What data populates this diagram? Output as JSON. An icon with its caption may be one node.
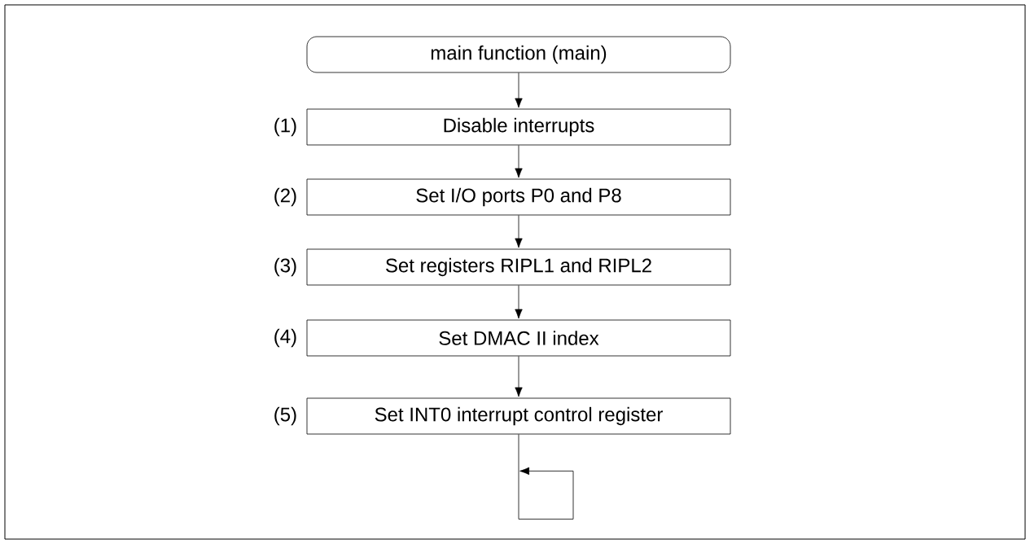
{
  "diagram": {
    "nodes": [
      {
        "text": [
          "main function (main)"
        ]
      },
      {
        "text": [
          "Disable interrupts"
        ],
        "beside": [
          "(1)"
        ]
      },
      {
        "text": [
          "Set I/O ports P0 and P8"
        ],
        "beside": [
          "(2)"
        ]
      },
      {
        "text": [
          "Set registers RIPL1 and RIPL2"
        ],
        "beside": [
          "(3)"
        ]
      },
      {
        "text": [
          "Set DMAC II index"
        ],
        "beside": [
          "(4)"
        ]
      },
      {
        "text": [
          "Set INT0 interrupt control register"
        ],
        "beside": [
          "(5)"
        ]
      }
    ],
    "edges": [
      {
        "from": 0,
        "to": 1,
        "arrow": "to"
      },
      {
        "from": 1,
        "to": 2,
        "arrow": "to"
      },
      {
        "from": 2,
        "to": 3,
        "arrow": "to"
      },
      {
        "from": 3,
        "to": 4,
        "arrow": "to"
      },
      {
        "from": 4,
        "to": 5,
        "arrow": "to"
      },
      {
        "from": 5,
        "to": null,
        "arrow": "to"
      }
    ]
  }
}
